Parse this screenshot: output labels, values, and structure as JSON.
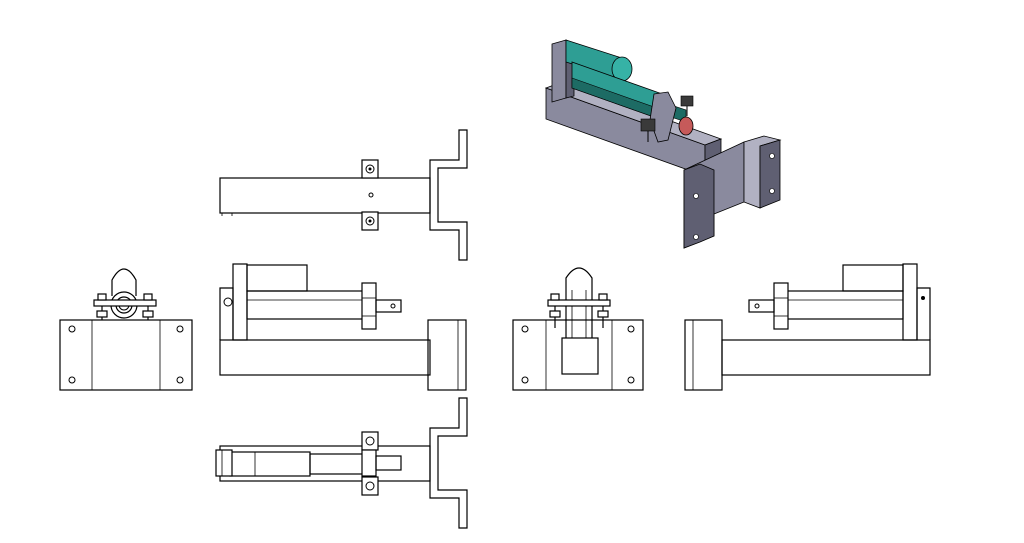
{
  "drawing": {
    "kind": "orthographic-projection",
    "views": [
      "top-view",
      "front-view",
      "left-view",
      "rear-end-view",
      "back-view",
      "bottom-view",
      "isometric-view"
    ],
    "colors": {
      "line": "#000000",
      "background": "#ffffff",
      "actuator_body": "#2e9e94",
      "actuator_shadow": "#1d6b64",
      "rod_end": "#c65a5a",
      "frame": "#8a8a9e",
      "frame_dark": "#5f5f72",
      "frame_light": "#b1b1c2",
      "hardware": "#3a3a3a"
    }
  }
}
